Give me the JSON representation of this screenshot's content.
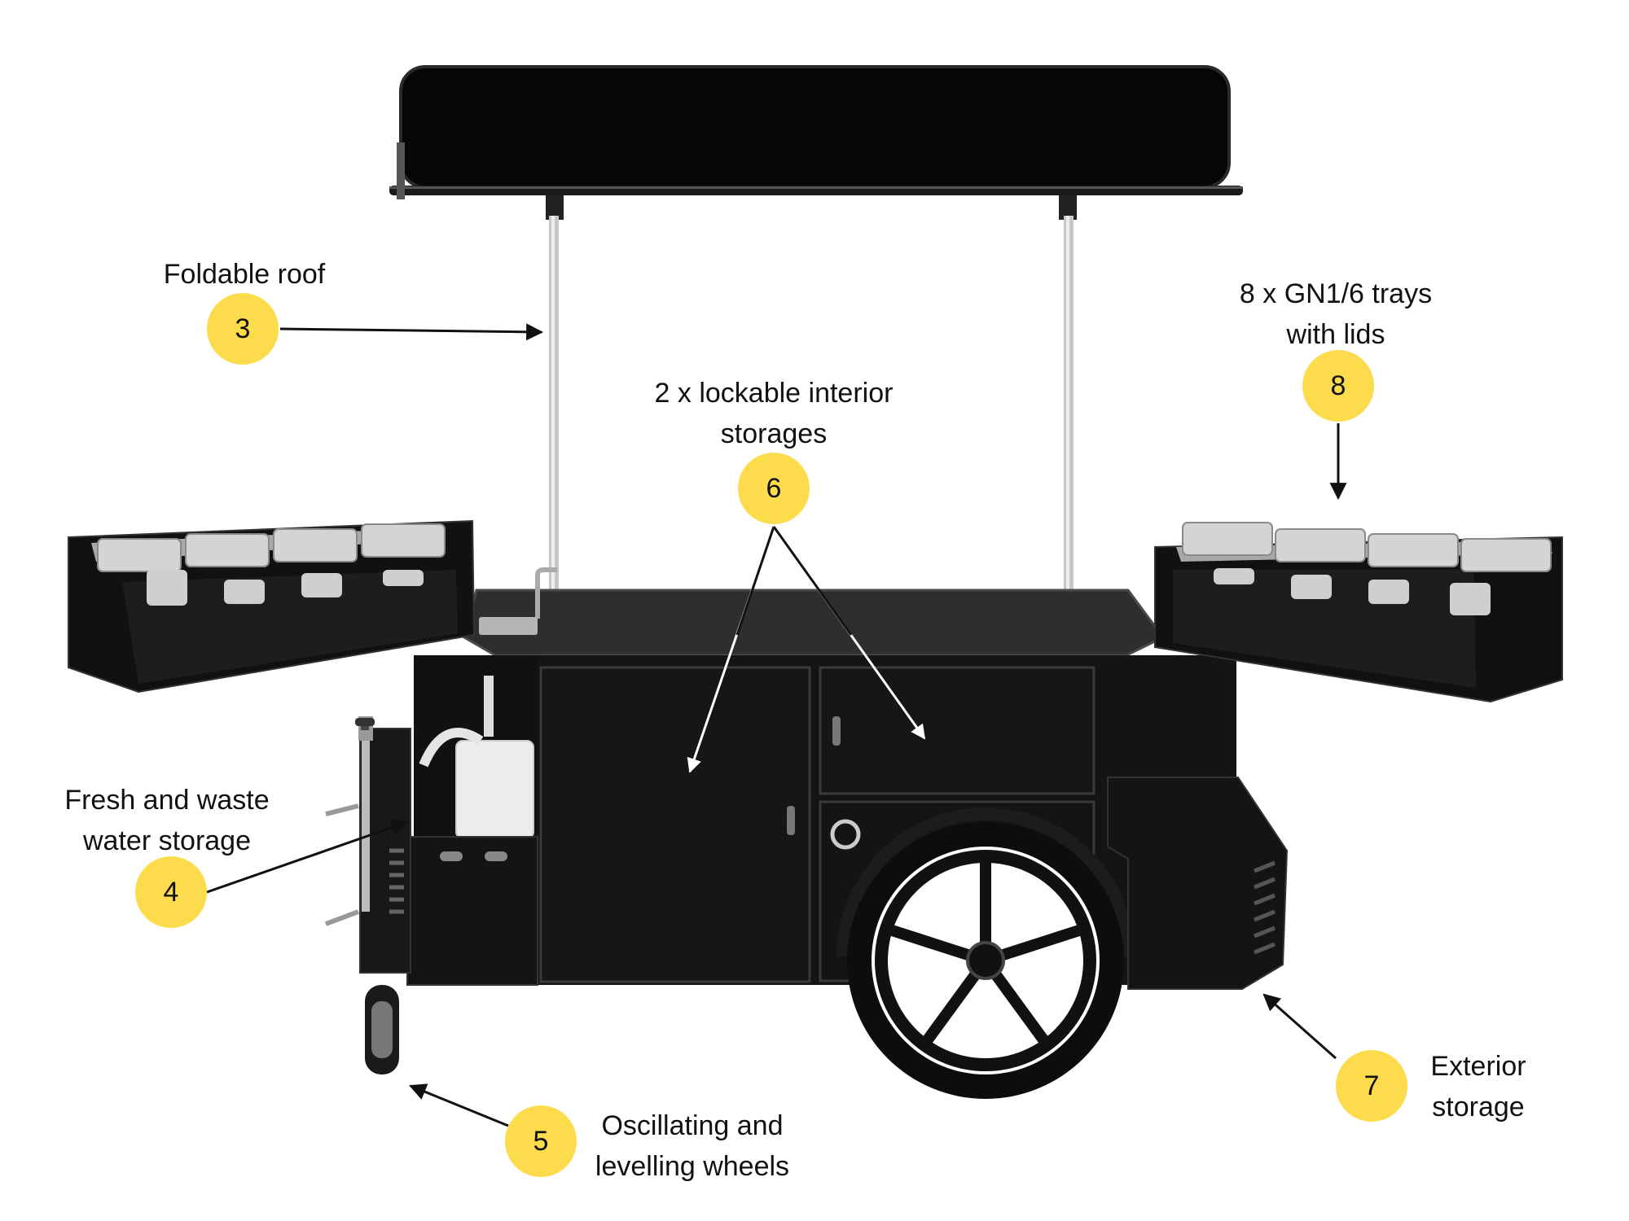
{
  "accent_color": "#FCDC4D",
  "cart_color": "#141414",
  "steel_color": "#bdbdbd",
  "callouts": {
    "roof": {
      "number": "3",
      "lines": [
        "Foldable roof"
      ]
    },
    "water": {
      "number": "4",
      "lines": [
        "Fresh and waste",
        "water storage"
      ]
    },
    "wheels": {
      "number": "5",
      "lines": [
        "Oscillating and",
        "levelling wheels"
      ]
    },
    "interior": {
      "number": "6",
      "lines": [
        "2 x lockable interior",
        "storages"
      ]
    },
    "exterior": {
      "number": "7",
      "lines": [
        "Exterior",
        "storage"
      ]
    },
    "trays": {
      "number": "8",
      "lines": [
        "8 x GN1/6 trays",
        "with lids"
      ]
    }
  }
}
